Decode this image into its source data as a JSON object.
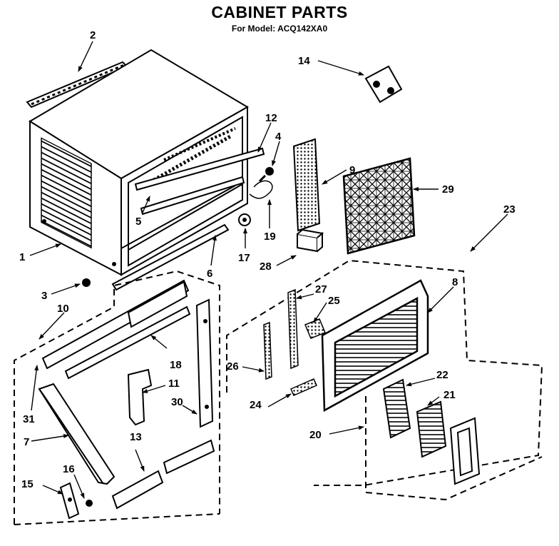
{
  "header": {
    "title": "CABINET PARTS",
    "subtitle": "For Model: ACQ142XA0"
  },
  "labels": {
    "l1": "1",
    "l2": "2",
    "l3": "3",
    "l4": "4",
    "l5": "5",
    "l6": "6",
    "l7": "7",
    "l8": "8",
    "l9": "9",
    "l10": "10",
    "l11": "11",
    "l12": "12",
    "l13": "13",
    "l14": "14",
    "l15": "15",
    "l16": "16",
    "l17": "17",
    "l18": "18",
    "l19": "19",
    "l20": "20",
    "l21": "21",
    "l22": "22",
    "l23": "23",
    "l24": "24",
    "l25": "25",
    "l26": "26",
    "l27": "27",
    "l28": "28",
    "l29": "29",
    "l30": "30",
    "l31": "31"
  }
}
